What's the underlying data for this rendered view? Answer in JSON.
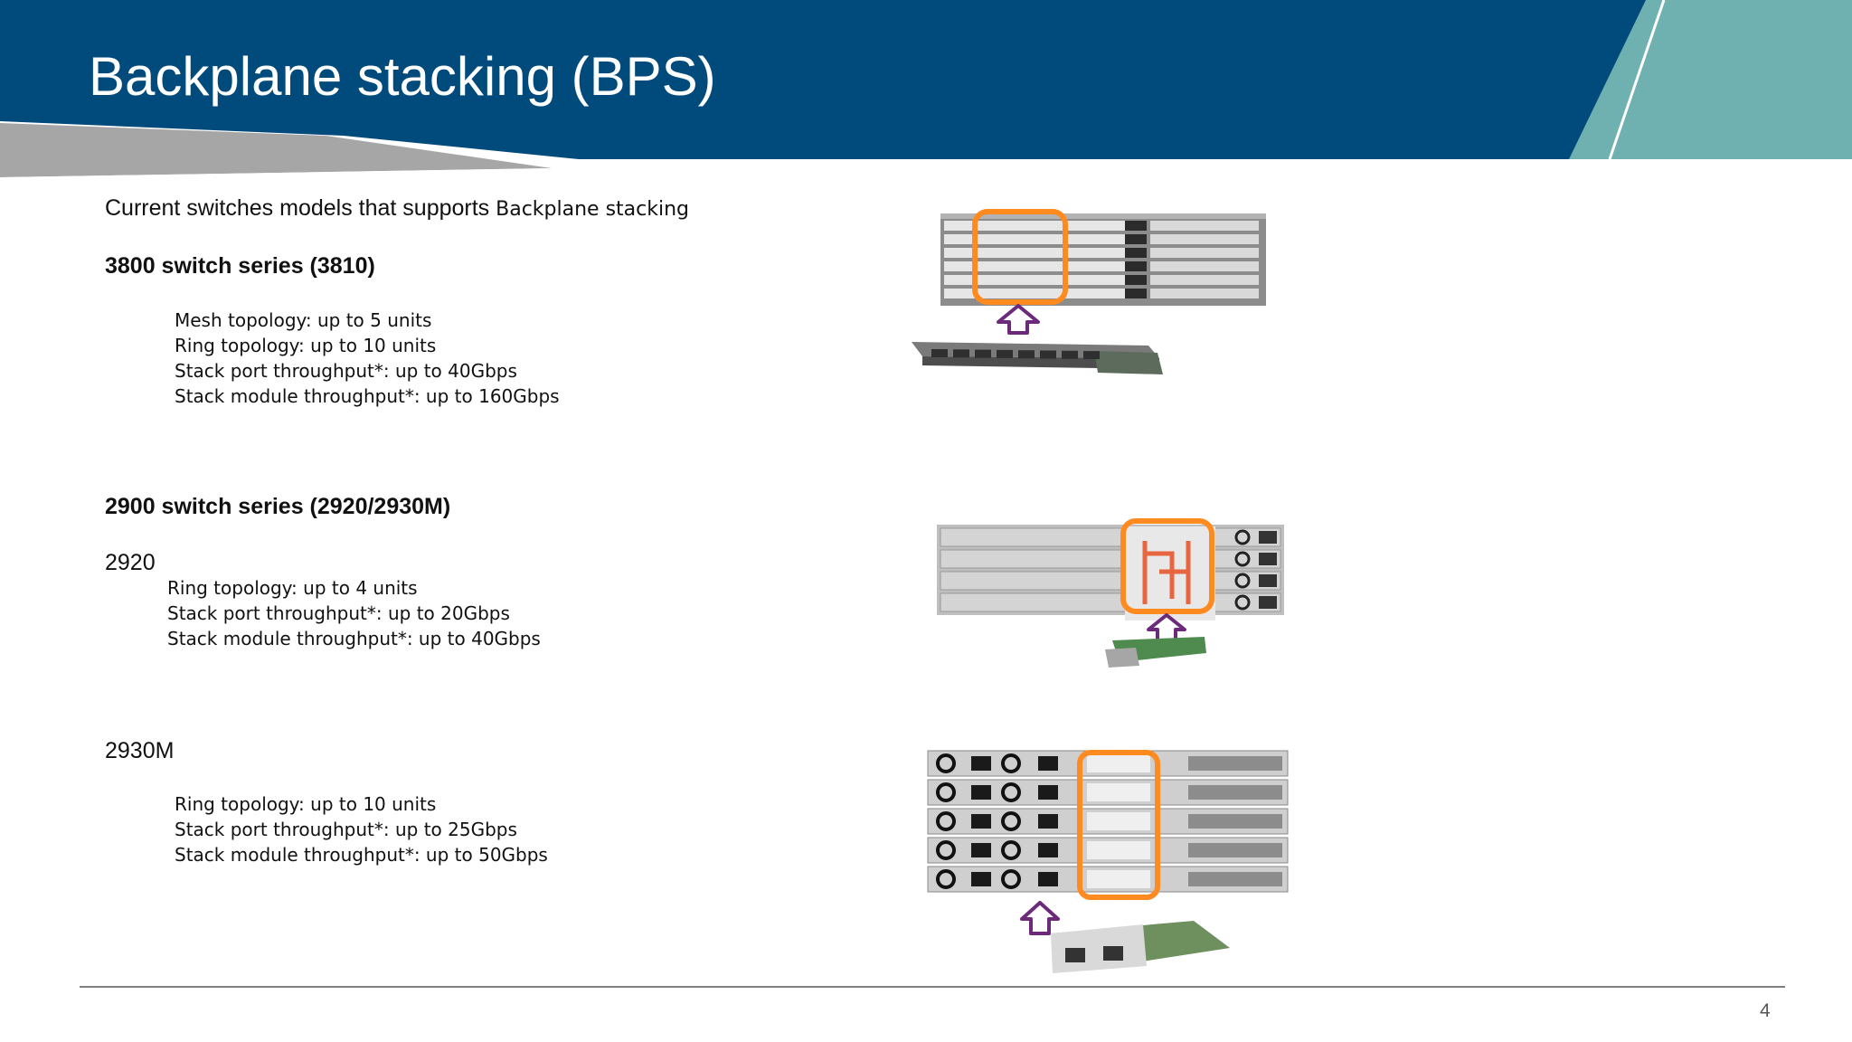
{
  "slide": {
    "title": "Backplane stacking (BPS)",
    "intro_main": "Current switches models that supports ",
    "intro_small": "Backplane stacking",
    "page_number": "4"
  },
  "sections": [
    {
      "series": "3800 switch series (3810)",
      "specs": [
        "Mesh topology: up to 5 units",
        "Ring topology: up to 10 units",
        "Stack port throughput*: up to 40Gbps",
        "Stack module throughput*: up to 160Gbps"
      ]
    },
    {
      "series": "2900 switch series (2920/2930M)",
      "models": [
        {
          "name": "2920",
          "specs": [
            "Ring topology: up to 4 units",
            "Stack port throughput*: up to 20Gbps",
            "Stack module throughput*: up to 40Gbps"
          ]
        },
        {
          "name": "2930M",
          "specs": [
            "Ring topology: up to 10 units",
            "Stack port throughput*: up to 25Gbps",
            "Stack module throughput*: up to 50Gbps"
          ]
        }
      ]
    }
  ],
  "colors": {
    "header_blue": "#004a7c",
    "header_teal": "#6fb0b0",
    "header_gray": "#a6a6a6",
    "highlight_orange": "#ff8a1f",
    "arrow_purple": "#6b2a7a"
  },
  "icons": [
    "up-arrow-icon"
  ]
}
